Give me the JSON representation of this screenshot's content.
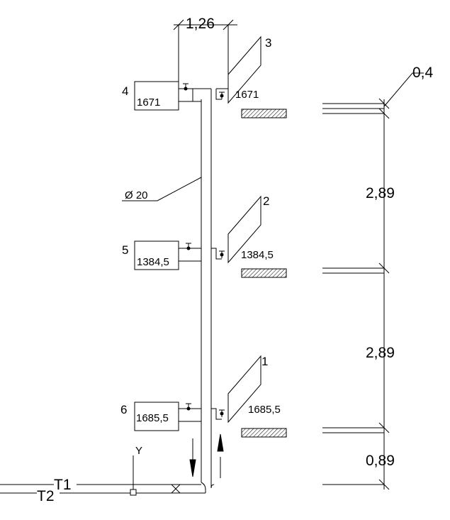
{
  "dimensions": {
    "top_width": "1,26",
    "top_offset": "0,4",
    "floor_height_1": "2,89",
    "floor_height_2": "2,89",
    "bottom_height": "0,89"
  },
  "pipe_label": "Ø 20",
  "mains": {
    "supply": "T1",
    "return": "T2"
  },
  "valve_mark": "Y",
  "radiators": [
    {
      "number": "4",
      "load": "1671"
    },
    {
      "number": "5",
      "load": "1384,5"
    },
    {
      "number": "6",
      "load": "1685,5"
    }
  ],
  "devices": [
    {
      "number": "3",
      "load": "1671"
    },
    {
      "number": "2",
      "load": "1384,5"
    },
    {
      "number": "1",
      "load": "1685,5"
    }
  ]
}
